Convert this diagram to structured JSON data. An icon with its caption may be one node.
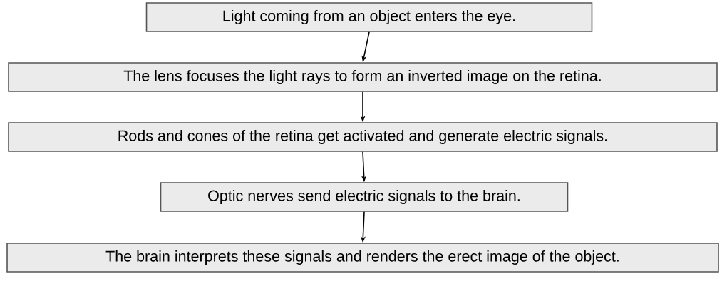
{
  "diagram": {
    "nodes": [
      {
        "text": [
          "Light coming from an object enters the eye."
        ]
      },
      {
        "text": [
          "The lens focuses the light rays to form an inverted image on the retina."
        ]
      },
      {
        "text": [
          "Rods and cones of the retina get activated and generate electric signals."
        ]
      },
      {
        "text": [
          "Optic nerves send electric signals to the brain."
        ]
      },
      {
        "text": [
          "The brain interprets these signals and renders the erect image of the object."
        ]
      }
    ],
    "edges": [
      {
        "from": 0,
        "to": 1,
        "arrow": "to"
      },
      {
        "from": 1,
        "to": 2,
        "arrow": "to"
      },
      {
        "from": 2,
        "to": 3,
        "arrow": "to"
      },
      {
        "from": 3,
        "to": 4,
        "arrow": "to"
      }
    ]
  }
}
